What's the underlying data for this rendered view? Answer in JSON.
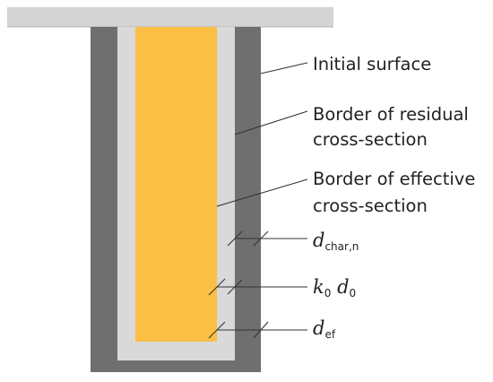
{
  "colors": {
    "top_surface": "#d4d4d4",
    "outer_char_layer": "#6f6f6f",
    "residual_layer": "#d9d9d9",
    "effective_section": "#fbbf45",
    "leader_line": "#333333"
  },
  "labels": {
    "initial_surface": "Initial surface",
    "residual_line1": "Border of residual",
    "residual_line2": "cross-section",
    "effective_line1": "Border of effective",
    "effective_line2": "cross-section"
  },
  "symbols": {
    "dchar": {
      "base": "d",
      "sub": "char,n"
    },
    "k0d0": {
      "k": "k",
      "k_sub": "0",
      "d": "d",
      "d_sub": "0"
    },
    "def": {
      "base": "d",
      "sub": "ef"
    }
  }
}
